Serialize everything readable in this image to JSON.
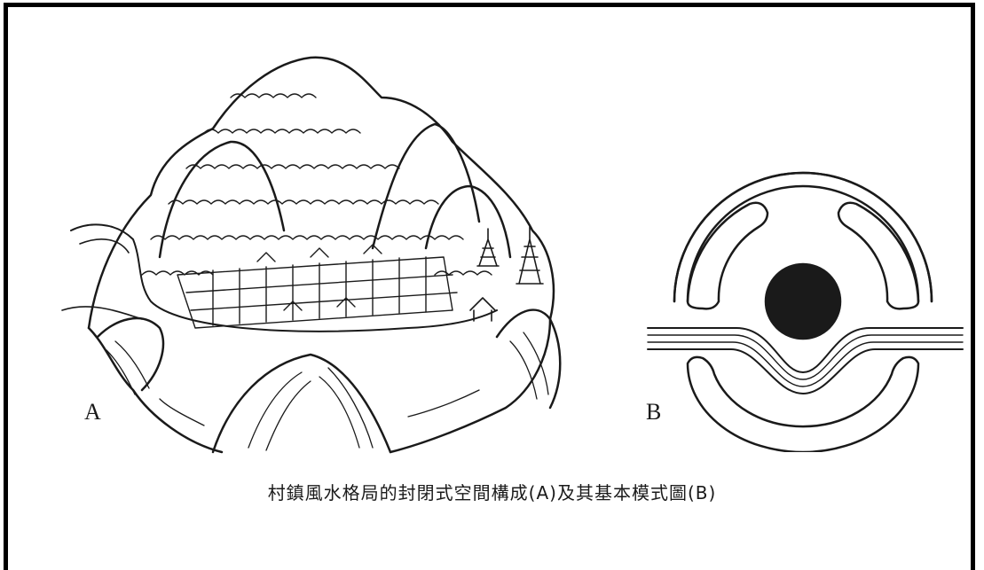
{
  "figure_a": {
    "label": "A"
  },
  "figure_b": {
    "label": "B"
  },
  "caption": "村鎮風水格局的封閉式空間構成(A)及其基本模式圖(B)",
  "colors": {
    "ink": "#1a1a1a",
    "paper": "#ffffff"
  }
}
